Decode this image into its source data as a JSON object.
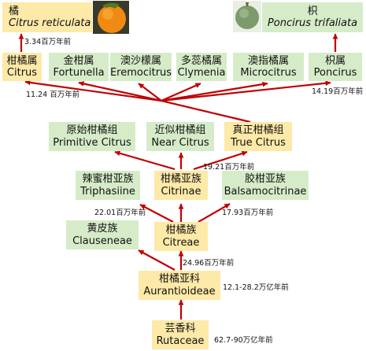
{
  "colors": {
    "arrow": "#c00000",
    "node_yellow": "#fde9a8",
    "node_green": "#d6ecc9"
  },
  "nodes": {
    "citrus_reticulata": {
      "zh": "橘",
      "latin": "Citrus reticulata"
    },
    "poncirus_trifoliata": {
      "zh": "枳",
      "latin": "Poncirus trifaliata"
    },
    "citrus": {
      "zh": "柑橘属",
      "latin": "Citrus"
    },
    "fortunella": {
      "zh": "金柑属",
      "latin": "Fortunella"
    },
    "eremocitrus": {
      "zh": "澳沙檬属",
      "latin": "Eremocitrus"
    },
    "clymenia": {
      "zh": "多蕊橘属",
      "latin": "Clymenia"
    },
    "microcitrus": {
      "zh": "澳指橘属",
      "latin": "Microcitrus"
    },
    "poncirus": {
      "zh": "枳属",
      "latin": "Poncirus"
    },
    "primitive_citrus": {
      "zh": "原始柑橘组",
      "latin": "Primitive Citrus"
    },
    "near_citrus": {
      "zh": "近似柑橘组",
      "latin": "Near Citrus"
    },
    "true_citrus": {
      "zh": "真正柑橘组",
      "latin": "True Citrus"
    },
    "triphasiinae": {
      "zh": "辣蜜柑亚族",
      "latin": "Triphasiine"
    },
    "citrinae": {
      "zh": "柑橘亚族",
      "latin": "Citrinae"
    },
    "balsamocitrinae": {
      "zh": "胶柑亚族",
      "latin": "Balsamocitrinae"
    },
    "clauseneae": {
      "zh": "黄皮族",
      "latin": "Clauseneae"
    },
    "citreae": {
      "zh": "柑橘族",
      "latin": "Citreae"
    },
    "aurantioideae": {
      "zh": "柑橘亚科",
      "latin": "Aurantioideae"
    },
    "rutaceae": {
      "zh": "芸香科",
      "latin": "Rutaceae"
    }
  },
  "times": {
    "citrus_reticulata": "3.34百万年前",
    "citrus": "11.24 百万年前",
    "poncirus": "14.19百万年前",
    "true_citrus": "19.21百万年前",
    "triphasiinae": "22.01百万年前",
    "balsamocitrinae": "17.93百万年前",
    "citreae": "24.96百万年前",
    "aurantioideae": "12.1-28.2万亿年前",
    "rutaceae": "62.7-90万亿年前"
  },
  "images": {
    "orange": "orange-fruit-photo",
    "poncirus": "poncirus-fruit-photo"
  }
}
